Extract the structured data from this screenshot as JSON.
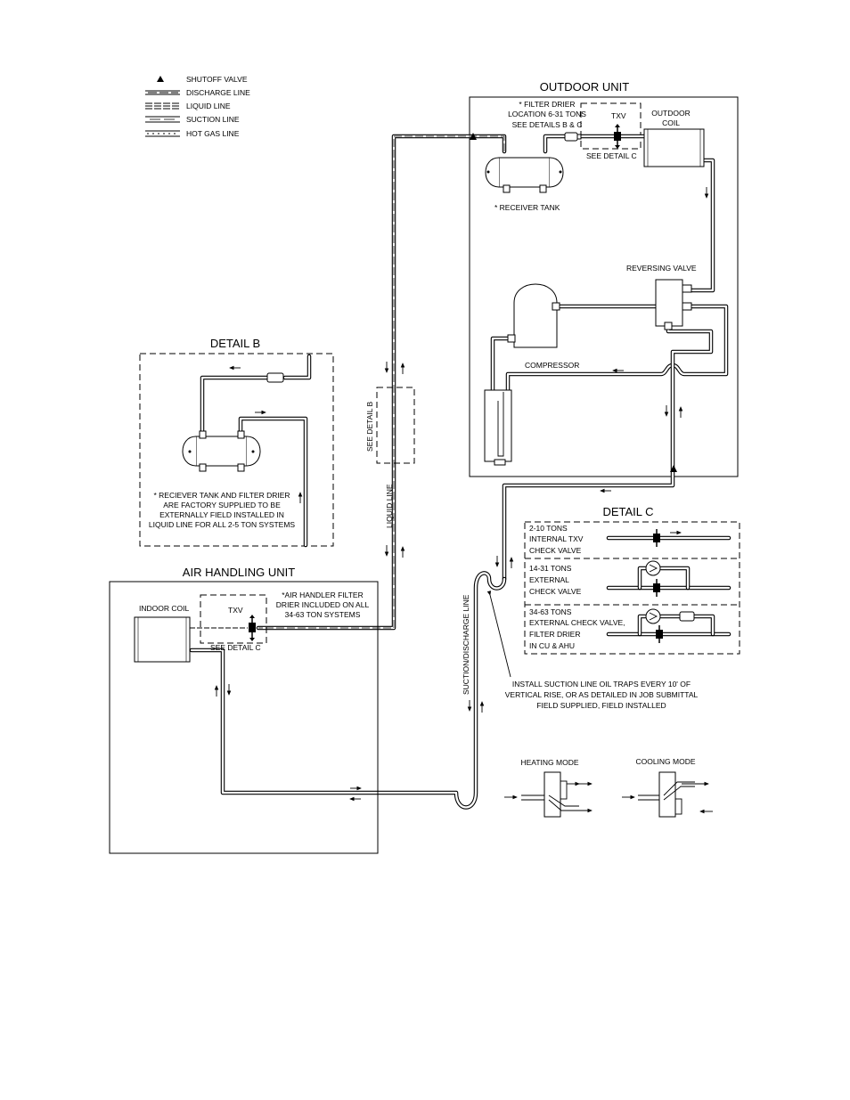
{
  "legend": {
    "shutoff_valve": "SHUTOFF VALVE",
    "discharge_line": "DISCHARGE LINE",
    "liquid_line": "LIQUID LINE",
    "suction_line": "SUCTION LINE",
    "hot_gas_line": "HOT GAS LINE"
  },
  "outdoor_unit": {
    "title": "OUTDOOR UNIT",
    "filter_drier_note": [
      "* FILTER DRIER",
      "LOCATION 6-31 TONS",
      "SEE DETAILS B & C"
    ],
    "txv": "TXV",
    "see_detail_c": "SEE DETAIL C",
    "outdoor_coil": [
      "OUTDOOR",
      "COIL"
    ],
    "receiver_tank": "* RECEIVER TANK",
    "reversing_valve": "REVERSING VALVE",
    "compressor": "COMPRESSOR"
  },
  "detail_b": {
    "title": "DETAIL B",
    "note": [
      "* RECIEVER TANK AND FILTER DRIER",
      "ARE FACTORY SUPPLIED TO BE",
      "EXTERNALLY FIELD INSTALLED IN",
      "LIQUID LINE FOR ALL 2-5 TON SYSTEMS"
    ]
  },
  "see_detail_b": "SEE DETAIL B",
  "liquid_line_label": "LIQUID LINE",
  "suction_discharge_label": "SUCTION/DISCHARGE LINE",
  "air_handling_unit": {
    "title": "AIR HANDLING UNIT",
    "indoor_coil": "INDOOR COIL",
    "txv": "TXV",
    "see_detail_c": "SEE DETAIL C",
    "filter_note": [
      "*AIR HANDLER FILTER",
      "DRIER INCLUDED ON ALL",
      "34-63 TON SYSTEMS"
    ]
  },
  "detail_c": {
    "title": "DETAIL C",
    "rows": [
      [
        "2-10 TONS",
        "INTERNAL TXV",
        "CHECK VALVE"
      ],
      [
        "14-31 TONS",
        "EXTERNAL",
        "CHECK VALVE"
      ],
      [
        "34-63 TONS",
        "EXTERNAL CHECK VALVE,",
        "FILTER DRIER",
        "IN CU & AHU"
      ]
    ]
  },
  "oil_trap_note": [
    "INSTALL SUCTION LINE OIL TRAPS EVERY 10' OF",
    "VERTICAL RISE, OR AS DETAILED IN JOB SUBMITTAL",
    "FIELD SUPPLIED, FIELD INSTALLED"
  ],
  "modes": {
    "heating": "HEATING MODE",
    "cooling": "COOLING MODE"
  }
}
